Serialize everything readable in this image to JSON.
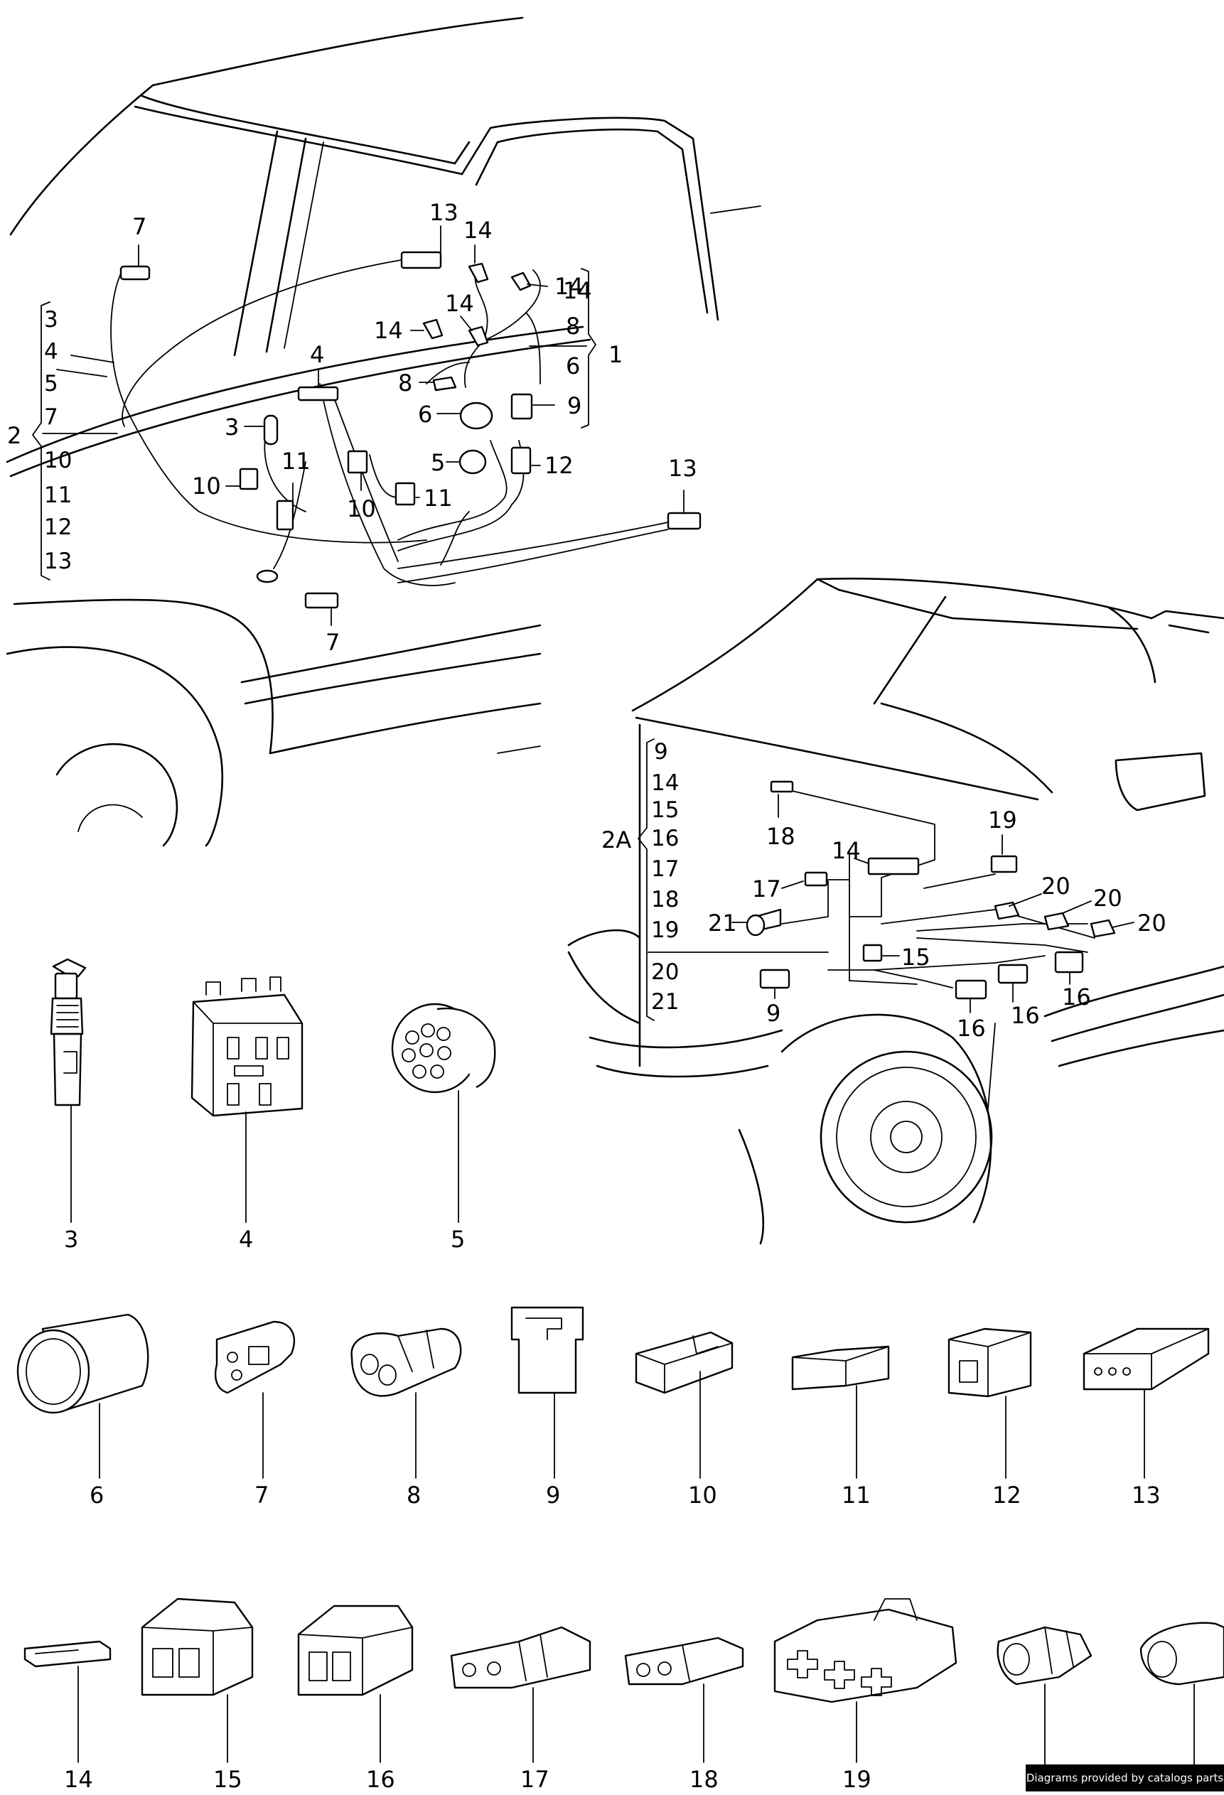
{
  "callouts": {
    "top_7": "7",
    "top_13": "13",
    "top_14a": "14",
    "top_14b": "14",
    "top_14c": "14",
    "top_14d": "14",
    "top_4": "4",
    "top_3": "3",
    "top_8": "8",
    "top_6": "6",
    "top_9": "9",
    "top_5": "5",
    "top_12": "12",
    "top_11a": "11",
    "top_10a": "10",
    "top_10b": "10",
    "top_11b": "11",
    "top_13b": "13",
    "bottom_7": "7",
    "front_18": "18",
    "front_19": "19",
    "front_14": "14",
    "front_17": "17",
    "front_21": "21",
    "front_20a": "20",
    "front_20b": "20",
    "front_20c": "20",
    "front_15": "15",
    "front_9": "9",
    "front_16a": "16",
    "front_16b": "16",
    "front_16c": "16"
  },
  "bracket_1": {
    "label": "1",
    "items": [
      "14",
      "8",
      "6"
    ]
  },
  "bracket_2": {
    "label": "2",
    "items": [
      "3",
      "4",
      "5",
      "7",
      "10",
      "11",
      "12",
      "13"
    ]
  },
  "bracket_2a": {
    "label": "2A",
    "items": [
      "9",
      "14",
      "15",
      "16",
      "17",
      "18",
      "19",
      "20",
      "21"
    ]
  },
  "parts_row1": [
    "3",
    "4",
    "5"
  ],
  "parts_row2": [
    "6",
    "7",
    "8",
    "9",
    "10",
    "11",
    "12",
    "13"
  ],
  "parts_row3": [
    "14",
    "15",
    "16",
    "17",
    "18",
    "19"
  ],
  "footer": {
    "credit": "Diagrams provided by catalogs parts"
  }
}
